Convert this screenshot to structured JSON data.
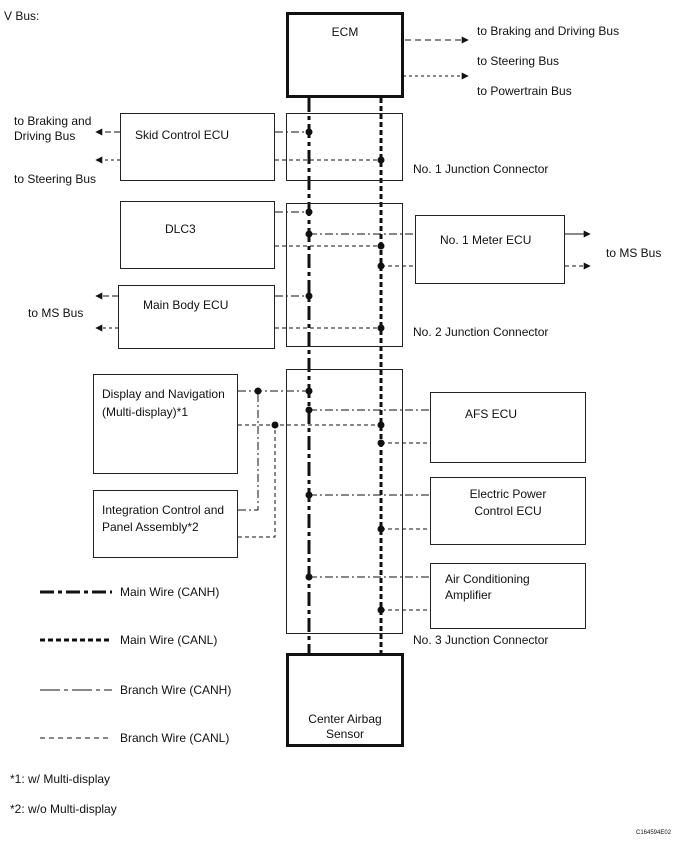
{
  "title": "V Bus:",
  "nodes": {
    "ecm": "ECM",
    "skid": "Skid Control ECU",
    "dlc3": "DLC3",
    "main_body": "Main Body ECU",
    "display_nav_1": "Display and Navigation",
    "display_nav_2": "(Multi-display)*1",
    "integration_1": "Integration Control and",
    "integration_2": "Panel Assembly*2",
    "meter": "No. 1 Meter ECU",
    "afs": "AFS ECU",
    "eps_1": "Electric Power",
    "eps_2": "Control ECU",
    "ac_1": "Air Conditioning",
    "ac_2": "Amplifier",
    "airbag_1": "Center Airbag",
    "airbag_2": "Sensor"
  },
  "connectors": {
    "jc1": "No. 1 Junction Connector",
    "jc2": "No. 2 Junction Connector",
    "jc3": "No. 3 Junction Connector"
  },
  "buses": {
    "ecm_braking": "to Braking and Driving Bus",
    "ecm_steering": "to Steering Bus",
    "ecm_powertrain": "to Powertrain Bus",
    "skid_braking_1": "to Braking and",
    "skid_braking_2": "Driving Bus",
    "skid_steering": "to Steering Bus",
    "main_body_ms": "to MS Bus",
    "meter_ms": "to MS Bus"
  },
  "legend": {
    "main_canh": "Main Wire (CANH)",
    "main_canl": "Main Wire (CANL)",
    "branch_canh": "Branch Wire (CANH)",
    "branch_canl": "Branch Wire (CANL)"
  },
  "notes": {
    "note1": "*1: w/ Multi-display",
    "note2": "*2: w/o Multi-display"
  },
  "figure_code": "C164594E02"
}
